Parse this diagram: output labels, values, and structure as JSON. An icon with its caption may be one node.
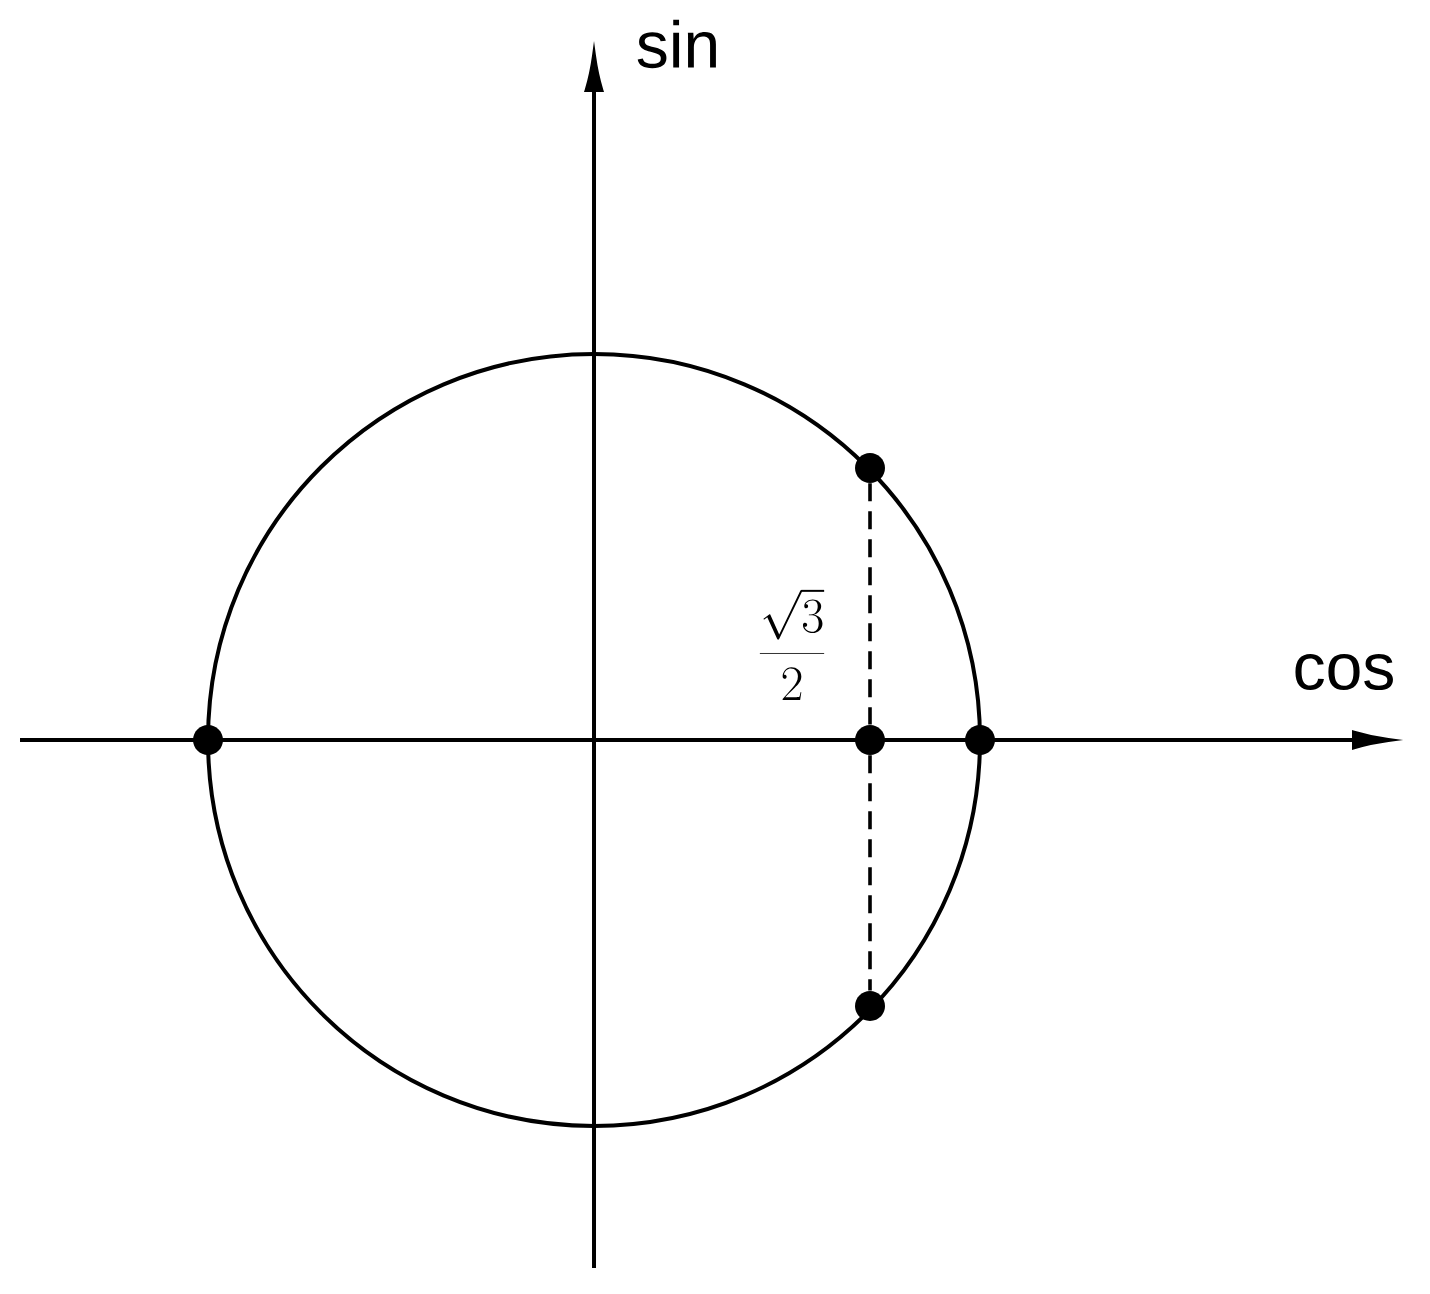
{
  "diagram": {
    "nodes": [
      {
        "text": [],
        "shape": "circle"
      },
      {
        "text": [],
        "shape": "circle"
      },
      {
        "text": [],
        "shape": "circle"
      },
      {
        "text": [],
        "shape": "circle"
      },
      {
        "text": [],
        "shape": "circle"
      }
    ],
    "edges": [
      {
        "from": 0,
        "to": 2,
        "arrow": "none",
        "style": "dashed"
      },
      {
        "from": 2,
        "to": 4,
        "arrow": "none",
        "style": "dashed"
      }
    ],
    "labels": [
      "sin",
      "\\frac{\\sqrt{3}}{2}",
      "cos"
    ]
  }
}
